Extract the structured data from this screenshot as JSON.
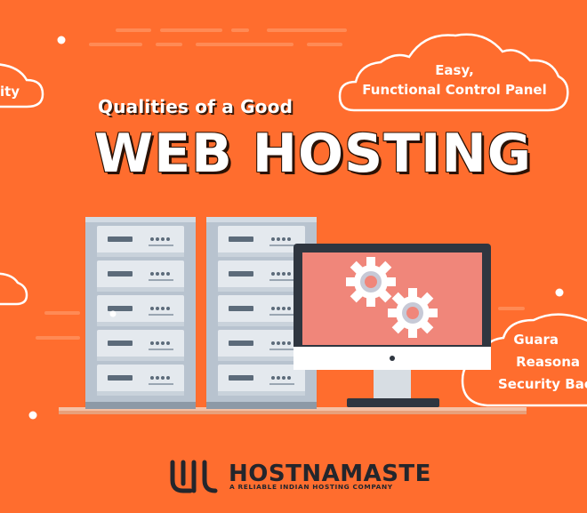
{
  "heading": {
    "subtitle": "Qualities of a Good",
    "title": "WEB HOSTING"
  },
  "clouds": {
    "left_top": "ity",
    "right_top_line1": "Easy,",
    "right_top_line2": "Functional Control Panel",
    "right_bottom_line1": "Guara",
    "right_bottom_line2": "Reasona",
    "right_bottom_line3": "Security Bac"
  },
  "brand": {
    "name": "HOSTNAMASTE",
    "tagline": "A RELIABLE INDIAN HOSTING COMPANY"
  },
  "colors": {
    "background": "#ff6d2e",
    "server_body": "#b8c3cf",
    "server_slot": "#e4e9ee",
    "monitor_screen": "#f0867a",
    "monitor_frame": "#2f3640",
    "brand_dark": "#24262c"
  },
  "icons": {
    "gear_large": "gear-icon",
    "gear_small": "gear-icon",
    "logo": "hostnamaste-logo-icon"
  }
}
